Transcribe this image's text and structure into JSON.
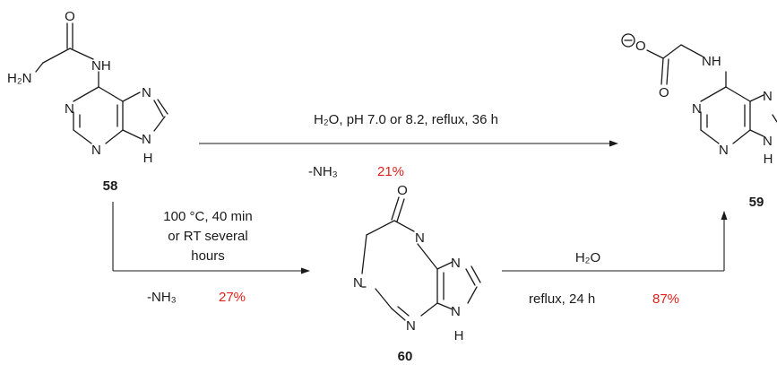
{
  "compounds": {
    "c58": "58",
    "c59": "59",
    "c60": "60"
  },
  "atoms": {
    "o": "O",
    "n": "N",
    "nh": "NH",
    "h": "H",
    "h2n": "H₂N"
  },
  "reactions": {
    "top": {
      "conditions": "H₂O, pH 7.0 or 8.2, reflux, 36 h",
      "byproduct": "-NH₃",
      "yield": "21%"
    },
    "left": {
      "conditions_line1": "100 °C, 40 min",
      "conditions_line2": "or RT several",
      "conditions_line3": "hours",
      "byproduct": "-NH₃",
      "yield": "27%"
    },
    "right": {
      "reagent": "H₂O",
      "conditions": "reflux, 24 h",
      "yield": "87%"
    }
  }
}
